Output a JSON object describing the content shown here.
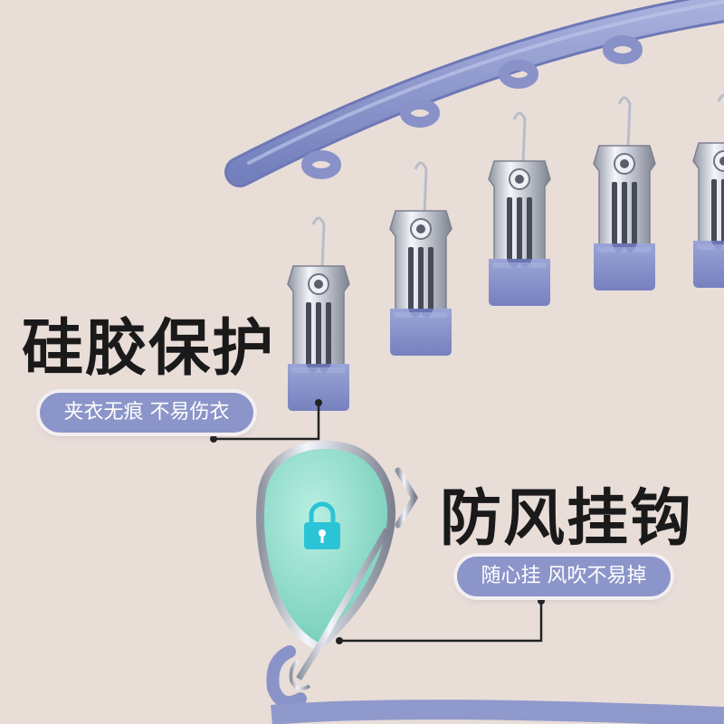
{
  "features": [
    {
      "title": "硅胶保护",
      "subtitle": "夹衣无痕 不易伤衣"
    },
    {
      "title": "防风挂钩",
      "subtitle": "随心挂 风吹不易掉"
    }
  ],
  "colors": {
    "background": "#e9ddd8",
    "hanger": "#8b95c9",
    "hook_fill": "#88d7c5",
    "lock": "#2bc4d6",
    "metal": "#c8ccd6",
    "pill_text": "#ffffff",
    "heading_text": "#1a1a1a"
  },
  "icons": {
    "lock": "padlock-icon"
  }
}
